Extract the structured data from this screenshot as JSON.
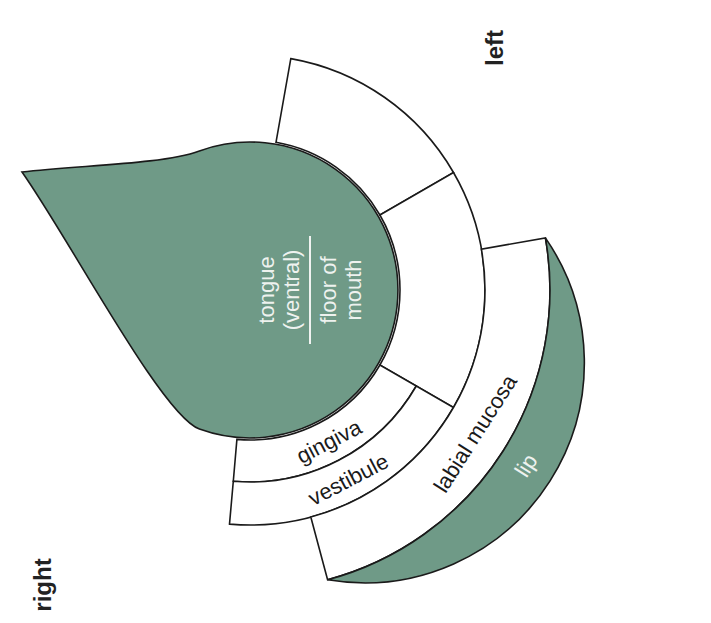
{
  "diagram": {
    "nodes": [
      {
        "text": [
          "tongue (ventral)",
          "floor of mouth"
        ]
      },
      {
        "text": [
          "gingiva"
        ]
      },
      {
        "text": [
          "vestibule"
        ]
      },
      {
        "text": [
          "labial mucosa"
        ]
      },
      {
        "text": [
          "lip"
        ]
      }
    ],
    "labels": [
      "left",
      "right"
    ]
  }
}
